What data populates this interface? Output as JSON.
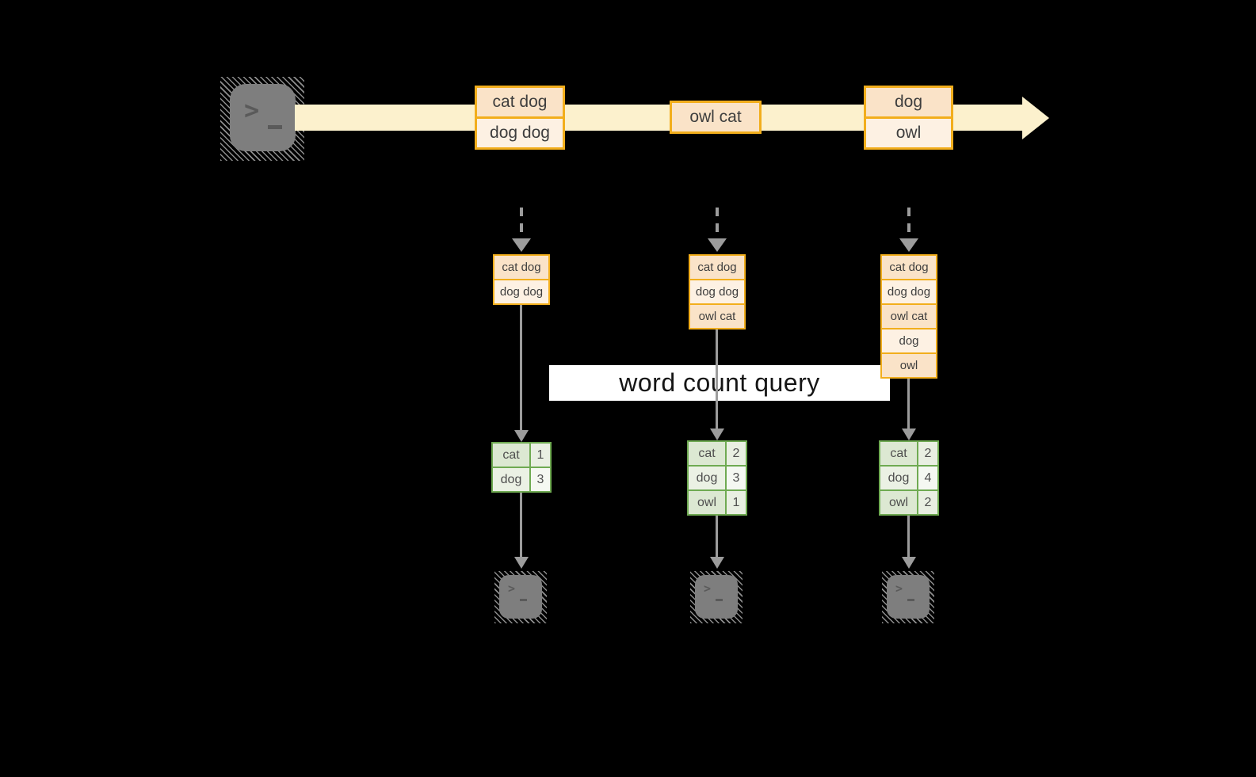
{
  "diagram": {
    "query_label": "word count query",
    "prompt_char": ">",
    "stream": {
      "events": [
        {
          "rows": [
            "cat dog",
            "dog dog"
          ]
        },
        {
          "rows": [
            "owl cat"
          ]
        },
        {
          "rows": [
            "dog",
            "owl"
          ]
        }
      ]
    },
    "columns": [
      {
        "state_rows": [
          "cat dog",
          "dog dog"
        ],
        "counts": [
          {
            "word": "cat",
            "n": "1"
          },
          {
            "word": "dog",
            "n": "3"
          }
        ]
      },
      {
        "state_rows": [
          "cat dog",
          "dog dog",
          "owl cat"
        ],
        "counts": [
          {
            "word": "cat",
            "n": "2"
          },
          {
            "word": "dog",
            "n": "3"
          },
          {
            "word": "owl",
            "n": "1"
          }
        ]
      },
      {
        "state_rows": [
          "cat dog",
          "dog dog",
          "owl cat",
          "dog",
          "owl"
        ],
        "counts": [
          {
            "word": "cat",
            "n": "2"
          },
          {
            "word": "dog",
            "n": "4"
          },
          {
            "word": "owl",
            "n": "2"
          }
        ]
      }
    ],
    "colors": {
      "background": "#000000",
      "stream_band": "#fcf1cd",
      "event_border": "#f2ae1c",
      "event_fill_dark": "#fae3c8",
      "event_fill_light": "#fdf1e3",
      "table_border": "#6faa52",
      "table_word_fill_dark": "#dce8d2",
      "table_word_fill_light": "#ebf1e4",
      "table_num_fill_dark": "#e9efe2",
      "table_num_fill_light": "#f5f8f2",
      "arrow_gray": "#9c9c9c",
      "terminal_gray": "#7e7e7e",
      "query_label_bg": "#ffffff",
      "text_dark": "#3e3e3e"
    }
  }
}
